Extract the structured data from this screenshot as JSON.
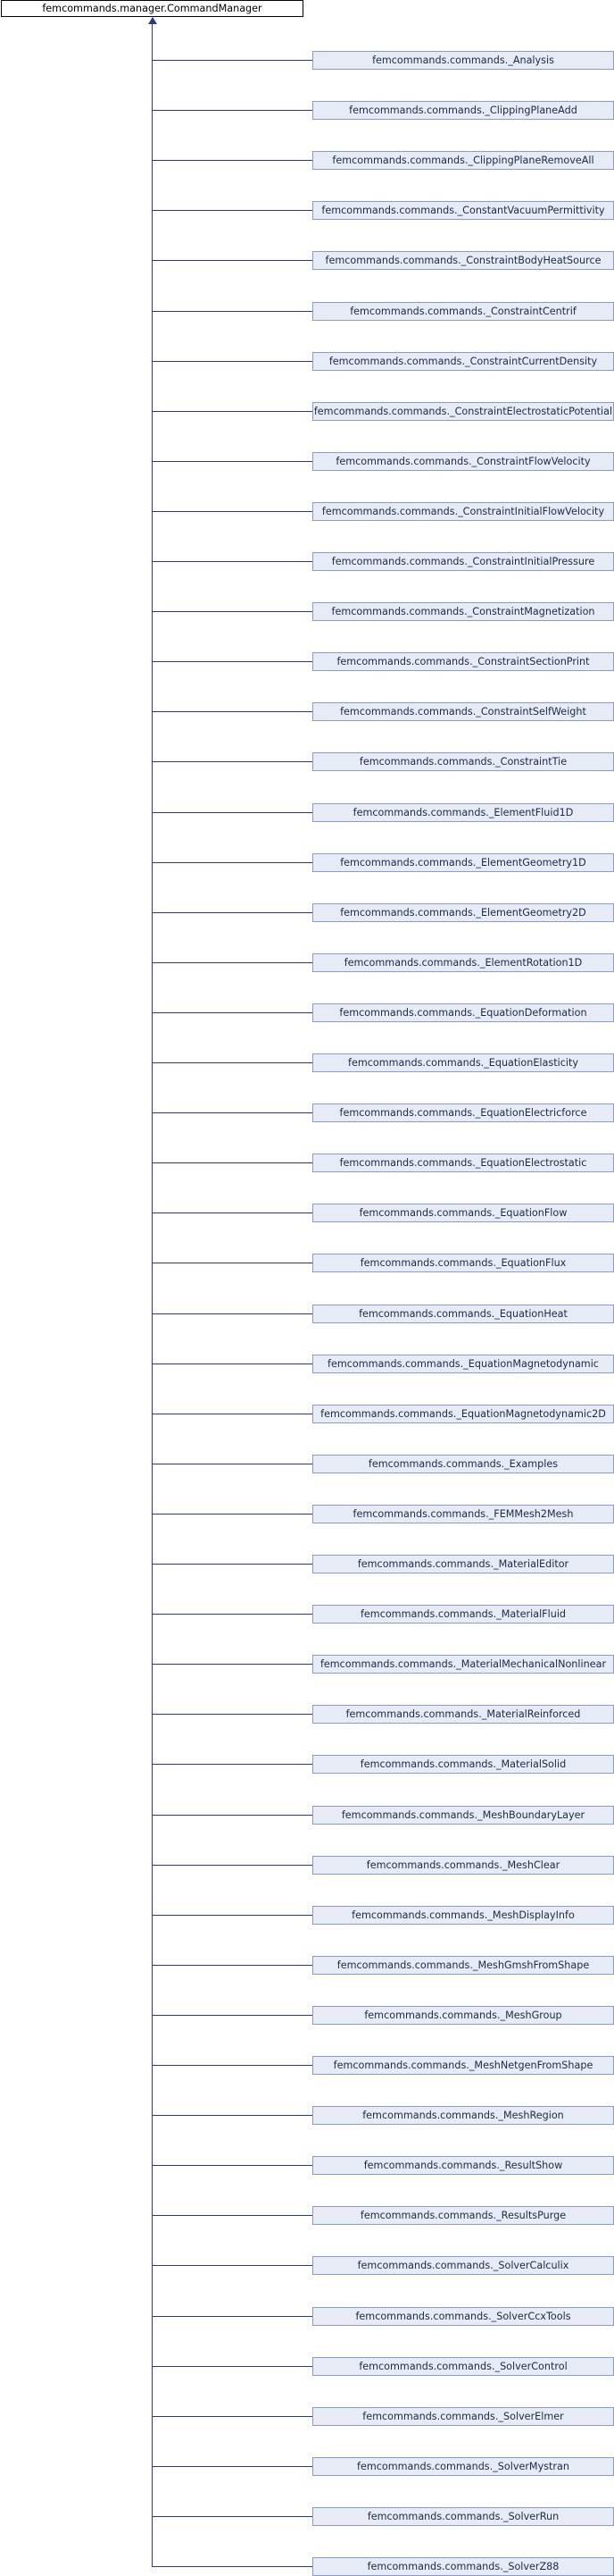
{
  "diagram": {
    "root": "femcommands.manager.CommandManager",
    "children": [
      "femcommands.commands._Analysis",
      "femcommands.commands._ClippingPlaneAdd",
      "femcommands.commands._ClippingPlaneRemoveAll",
      "femcommands.commands._ConstantVacuumPermittivity",
      "femcommands.commands._ConstraintBodyHeatSource",
      "femcommands.commands._ConstraintCentrif",
      "femcommands.commands._ConstraintCurrentDensity",
      "femcommands.commands._ConstraintElectrostaticPotential",
      "femcommands.commands._ConstraintFlowVelocity",
      "femcommands.commands._ConstraintInitialFlowVelocity",
      "femcommands.commands._ConstraintInitialPressure",
      "femcommands.commands._ConstraintMagnetization",
      "femcommands.commands._ConstraintSectionPrint",
      "femcommands.commands._ConstraintSelfWeight",
      "femcommands.commands._ConstraintTie",
      "femcommands.commands._ElementFluid1D",
      "femcommands.commands._ElementGeometry1D",
      "femcommands.commands._ElementGeometry2D",
      "femcommands.commands._ElementRotation1D",
      "femcommands.commands._EquationDeformation",
      "femcommands.commands._EquationElasticity",
      "femcommands.commands._EquationElectricforce",
      "femcommands.commands._EquationElectrostatic",
      "femcommands.commands._EquationFlow",
      "femcommands.commands._EquationFlux",
      "femcommands.commands._EquationHeat",
      "femcommands.commands._EquationMagnetodynamic",
      "femcommands.commands._EquationMagnetodynamic2D",
      "femcommands.commands._Examples",
      "femcommands.commands._FEMMesh2Mesh",
      "femcommands.commands._MaterialEditor",
      "femcommands.commands._MaterialFluid",
      "femcommands.commands._MaterialMechanicalNonlinear",
      "femcommands.commands._MaterialReinforced",
      "femcommands.commands._MaterialSolid",
      "femcommands.commands._MeshBoundaryLayer",
      "femcommands.commands._MeshClear",
      "femcommands.commands._MeshDisplayInfo",
      "femcommands.commands._MeshGmshFromShape",
      "femcommands.commands._MeshGroup",
      "femcommands.commands._MeshNetgenFromShape",
      "femcommands.commands._MeshRegion",
      "femcommands.commands._ResultShow",
      "femcommands.commands._ResultsPurge",
      "femcommands.commands._SolverCalculix",
      "femcommands.commands._SolverCcxTools",
      "femcommands.commands._SolverControl",
      "femcommands.commands._SolverElmer",
      "femcommands.commands._SolverMystran",
      "femcommands.commands._SolverRun",
      "femcommands.commands._SolverZ88"
    ]
  }
}
